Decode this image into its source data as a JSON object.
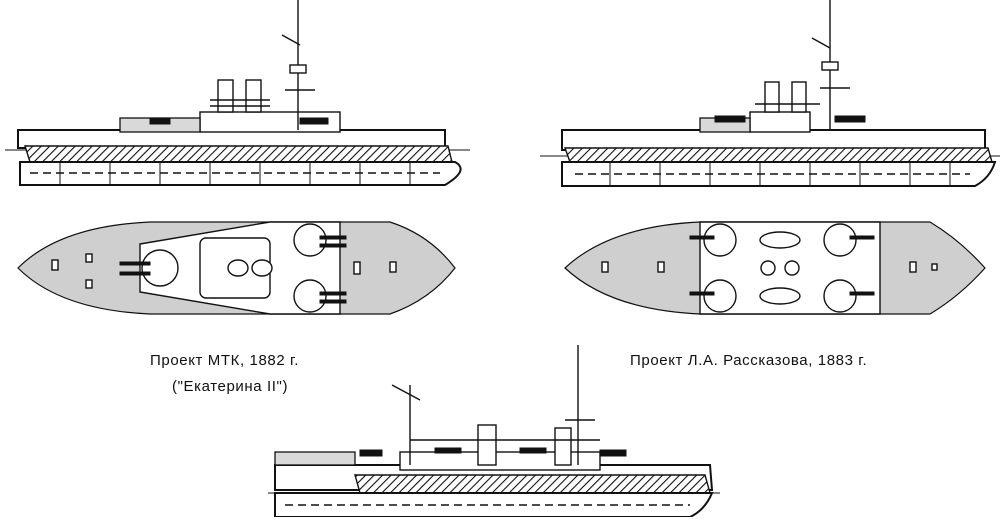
{
  "captions": {
    "mtk_title": "Проект МТК, 1882 г.",
    "mtk_subtitle": "(\"Екатерина II\")",
    "rasskazov_title": "Проект Л.А. Рассказова, 1883 г."
  }
}
